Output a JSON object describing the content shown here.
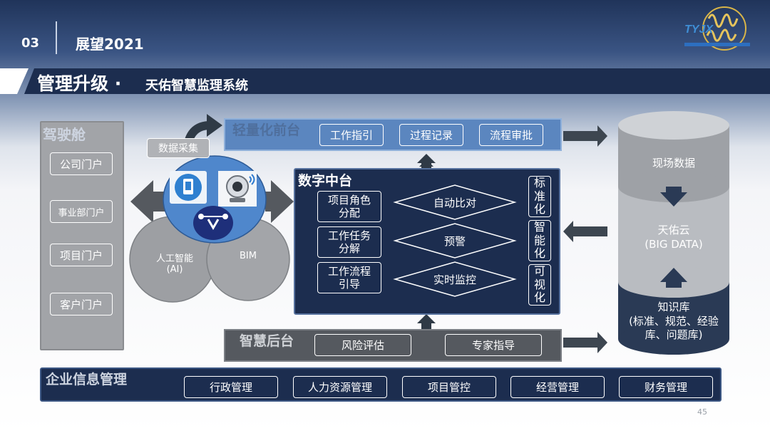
{
  "header": {
    "section_number": "03",
    "section_title": "展望2021"
  },
  "band": {
    "title": "管理升级 ·",
    "subtitle": "天佑智慧监理系统"
  },
  "cockpit": {
    "title": "驾驶舱",
    "items": [
      "公司门户",
      "事业部门户",
      "项目门户",
      "客户门户"
    ]
  },
  "data_collection": {
    "label": "数据采集",
    "icons": [
      "mobile-app-icon",
      "webcam-icon",
      "drone-icon"
    ]
  },
  "venn": {
    "ai": "人工智能\n(AI)",
    "bim": "BIM"
  },
  "front_office": {
    "title": "轻量化前台",
    "items": [
      "工作指引",
      "过程记录",
      "流程审批"
    ]
  },
  "middle_office": {
    "title": "数字中台",
    "left_items": [
      "项目角色\n分配",
      "工作任务\n分解",
      "工作流程\n引导"
    ],
    "diamonds": [
      "自动比对",
      "预警",
      "实时监控"
    ],
    "right_items": [
      "标\n准\n化",
      "智\n能\n化",
      "可\n视\n化"
    ]
  },
  "back_office": {
    "title": "智慧后台",
    "items": [
      "风险评估",
      "专家指导"
    ]
  },
  "cloud": {
    "top": "现场数据",
    "middle": "天佑云\n(BIG DATA)",
    "bottom": "知识库\n(标准、规范、经验\n库、问题库)"
  },
  "enterprise": {
    "title": "企业信息管理",
    "items": [
      "行政管理",
      "人力资源管理",
      "项目管控",
      "经营管理",
      "财务管理"
    ]
  },
  "page_number": "45",
  "colors": {
    "navy": "#1c2d4f",
    "steel_blue": "#5b86bf",
    "grey_panel": "#a2a4a8",
    "dark_grey": "#55595f",
    "arrow_grey": "#3d4650"
  }
}
